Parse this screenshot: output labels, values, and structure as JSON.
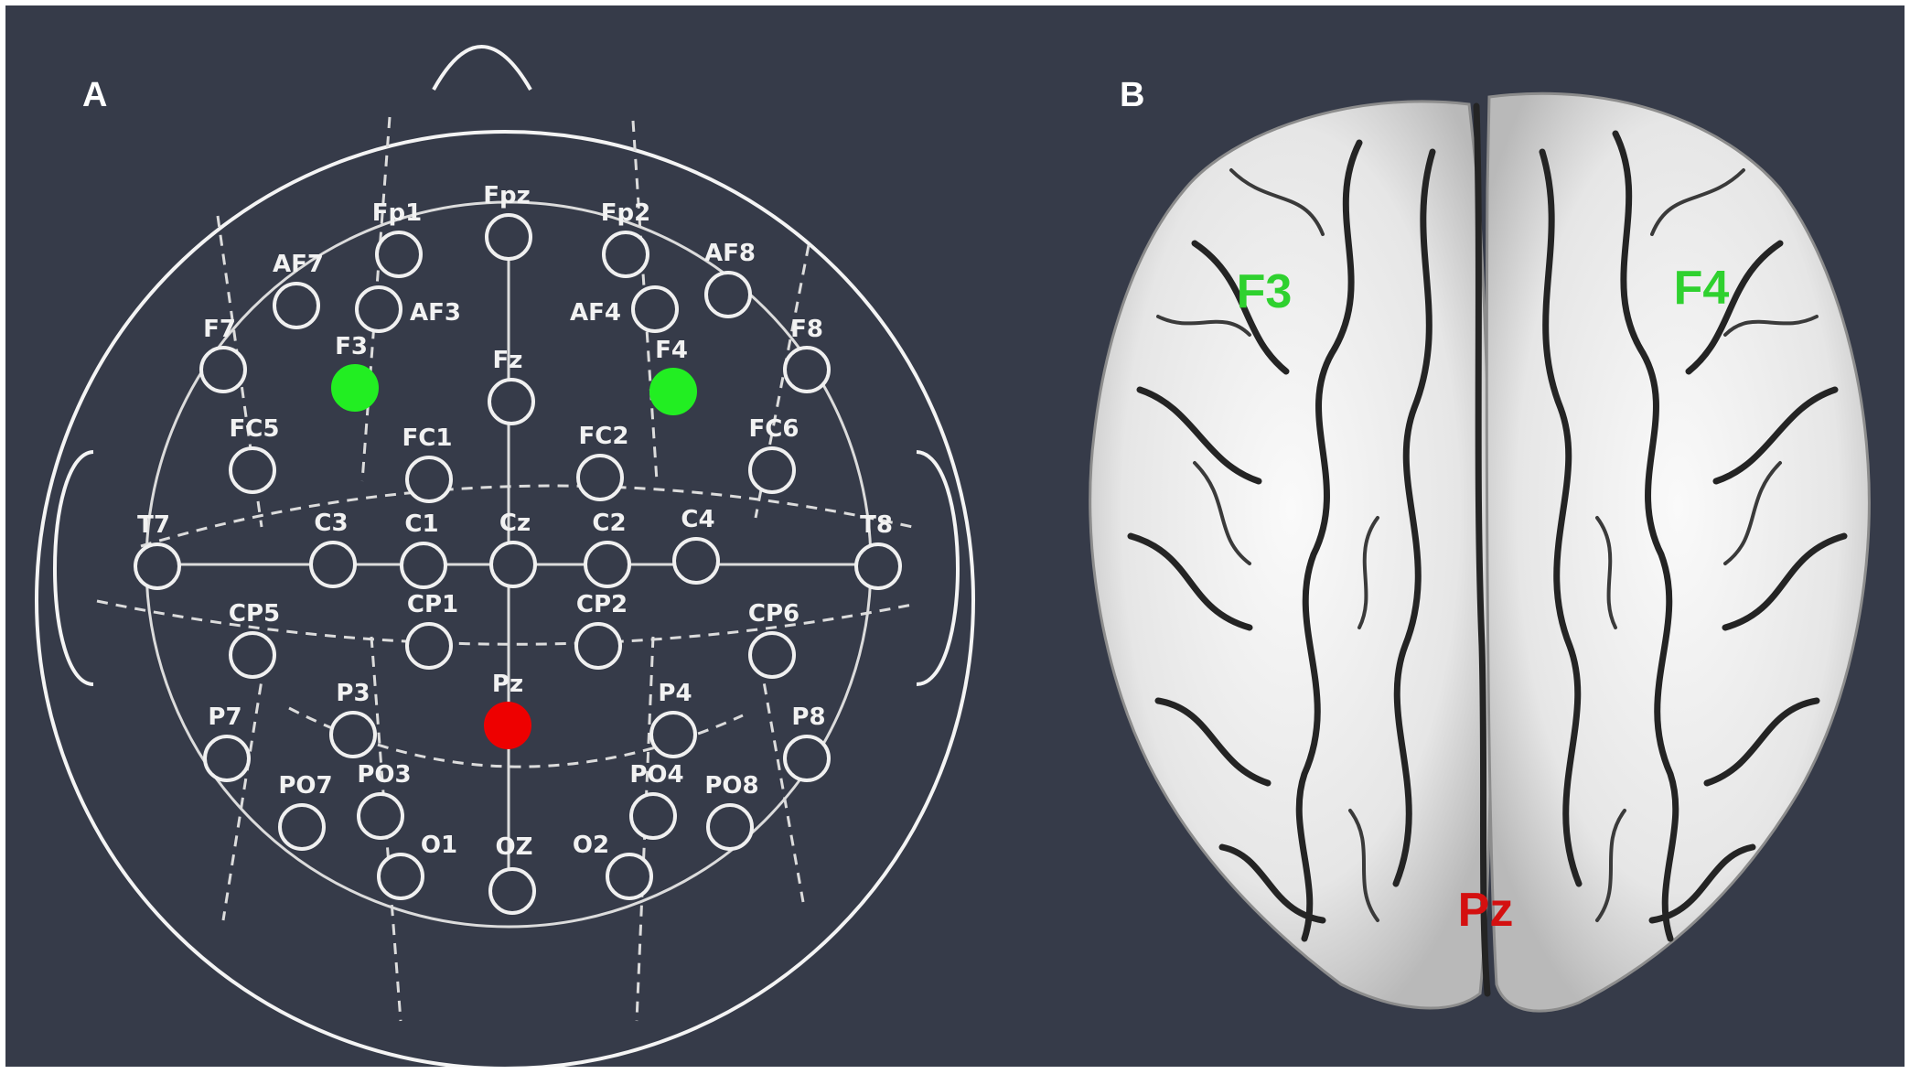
{
  "panels": {
    "a": "A",
    "b": "B"
  },
  "colors": {
    "background": "#363b49",
    "highlight_green": "#22ee22",
    "highlight_red": "#ee0000",
    "electrode_stroke": "#f0f0f0",
    "brain_label_green": "#2fd12f",
    "brain_label_red": "#d41010"
  },
  "electrodes": [
    {
      "label": "Fpz",
      "state": "normal"
    },
    {
      "label": "Fp1",
      "state": "normal"
    },
    {
      "label": "Fp2",
      "state": "normal"
    },
    {
      "label": "AF7",
      "state": "normal"
    },
    {
      "label": "AF3",
      "state": "normal"
    },
    {
      "label": "AF4",
      "state": "normal"
    },
    {
      "label": "AF8",
      "state": "normal"
    },
    {
      "label": "F7",
      "state": "normal"
    },
    {
      "label": "F3",
      "state": "green"
    },
    {
      "label": "Fz",
      "state": "normal"
    },
    {
      "label": "F4",
      "state": "green"
    },
    {
      "label": "F8",
      "state": "normal"
    },
    {
      "label": "FC5",
      "state": "normal"
    },
    {
      "label": "FC1",
      "state": "normal"
    },
    {
      "label": "FC2",
      "state": "normal"
    },
    {
      "label": "FC6",
      "state": "normal"
    },
    {
      "label": "T7",
      "state": "normal"
    },
    {
      "label": "C3",
      "state": "normal"
    },
    {
      "label": "C1",
      "state": "normal"
    },
    {
      "label": "Cz",
      "state": "normal"
    },
    {
      "label": "C2",
      "state": "normal"
    },
    {
      "label": "C4",
      "state": "normal"
    },
    {
      "label": "T8",
      "state": "normal"
    },
    {
      "label": "CP5",
      "state": "normal"
    },
    {
      "label": "CP1",
      "state": "normal"
    },
    {
      "label": "CP2",
      "state": "normal"
    },
    {
      "label": "CP6",
      "state": "normal"
    },
    {
      "label": "P7",
      "state": "normal"
    },
    {
      "label": "P3",
      "state": "normal"
    },
    {
      "label": "Pz",
      "state": "red"
    },
    {
      "label": "P4",
      "state": "normal"
    },
    {
      "label": "P8",
      "state": "normal"
    },
    {
      "label": "PO7",
      "state": "normal"
    },
    {
      "label": "PO3",
      "state": "normal"
    },
    {
      "label": "PO4",
      "state": "normal"
    },
    {
      "label": "PO8",
      "state": "normal"
    },
    {
      "label": "O1",
      "state": "normal"
    },
    {
      "label": "OZ",
      "state": "normal"
    },
    {
      "label": "O2",
      "state": "normal"
    }
  ],
  "brain_labels": {
    "f3": {
      "text": "F3",
      "color": "green"
    },
    "f4": {
      "text": "F4",
      "color": "green"
    },
    "pz": {
      "text": "Pz",
      "color": "red"
    }
  }
}
